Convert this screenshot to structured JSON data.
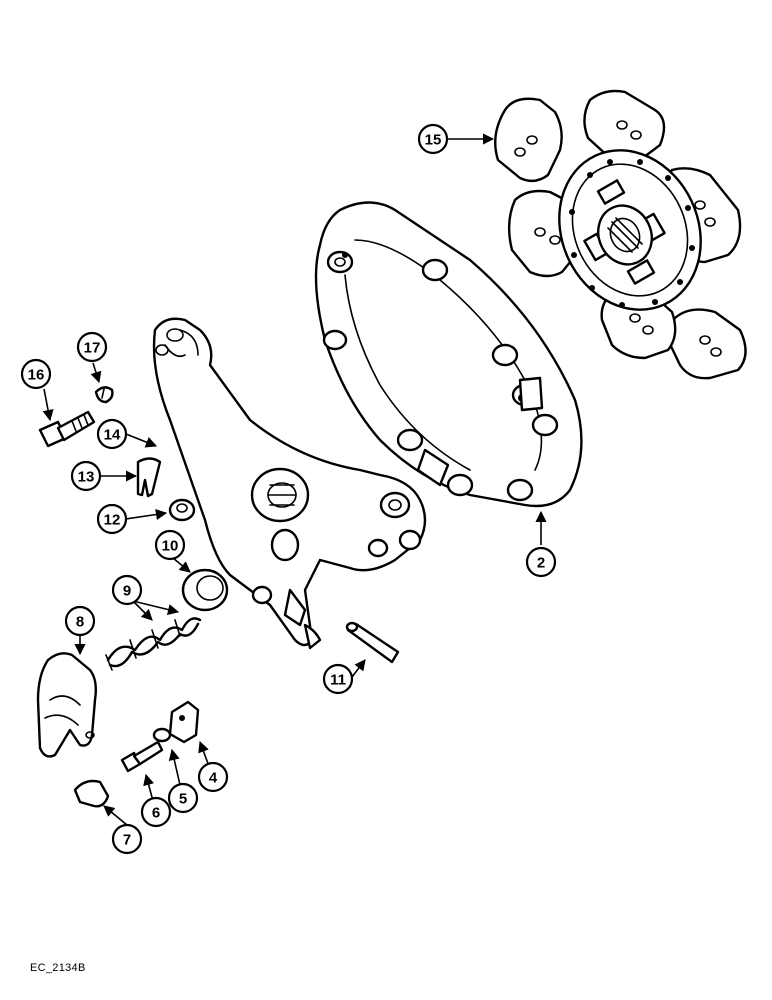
{
  "drawing": {
    "code": "EC_2134B"
  },
  "callouts": [
    {
      "id": "c2",
      "number": "2"
    },
    {
      "id": "c4",
      "number": "4"
    },
    {
      "id": "c5",
      "number": "5"
    },
    {
      "id": "c6",
      "number": "6"
    },
    {
      "id": "c7",
      "number": "7"
    },
    {
      "id": "c8",
      "number": "8"
    },
    {
      "id": "c9",
      "number": "9"
    },
    {
      "id": "c10",
      "number": "10"
    },
    {
      "id": "c11",
      "number": "11"
    },
    {
      "id": "c12",
      "number": "12"
    },
    {
      "id": "c13",
      "number": "13"
    },
    {
      "id": "c14",
      "number": "14"
    },
    {
      "id": "c15",
      "number": "15"
    },
    {
      "id": "c16",
      "number": "16"
    },
    {
      "id": "c17",
      "number": "17"
    }
  ]
}
